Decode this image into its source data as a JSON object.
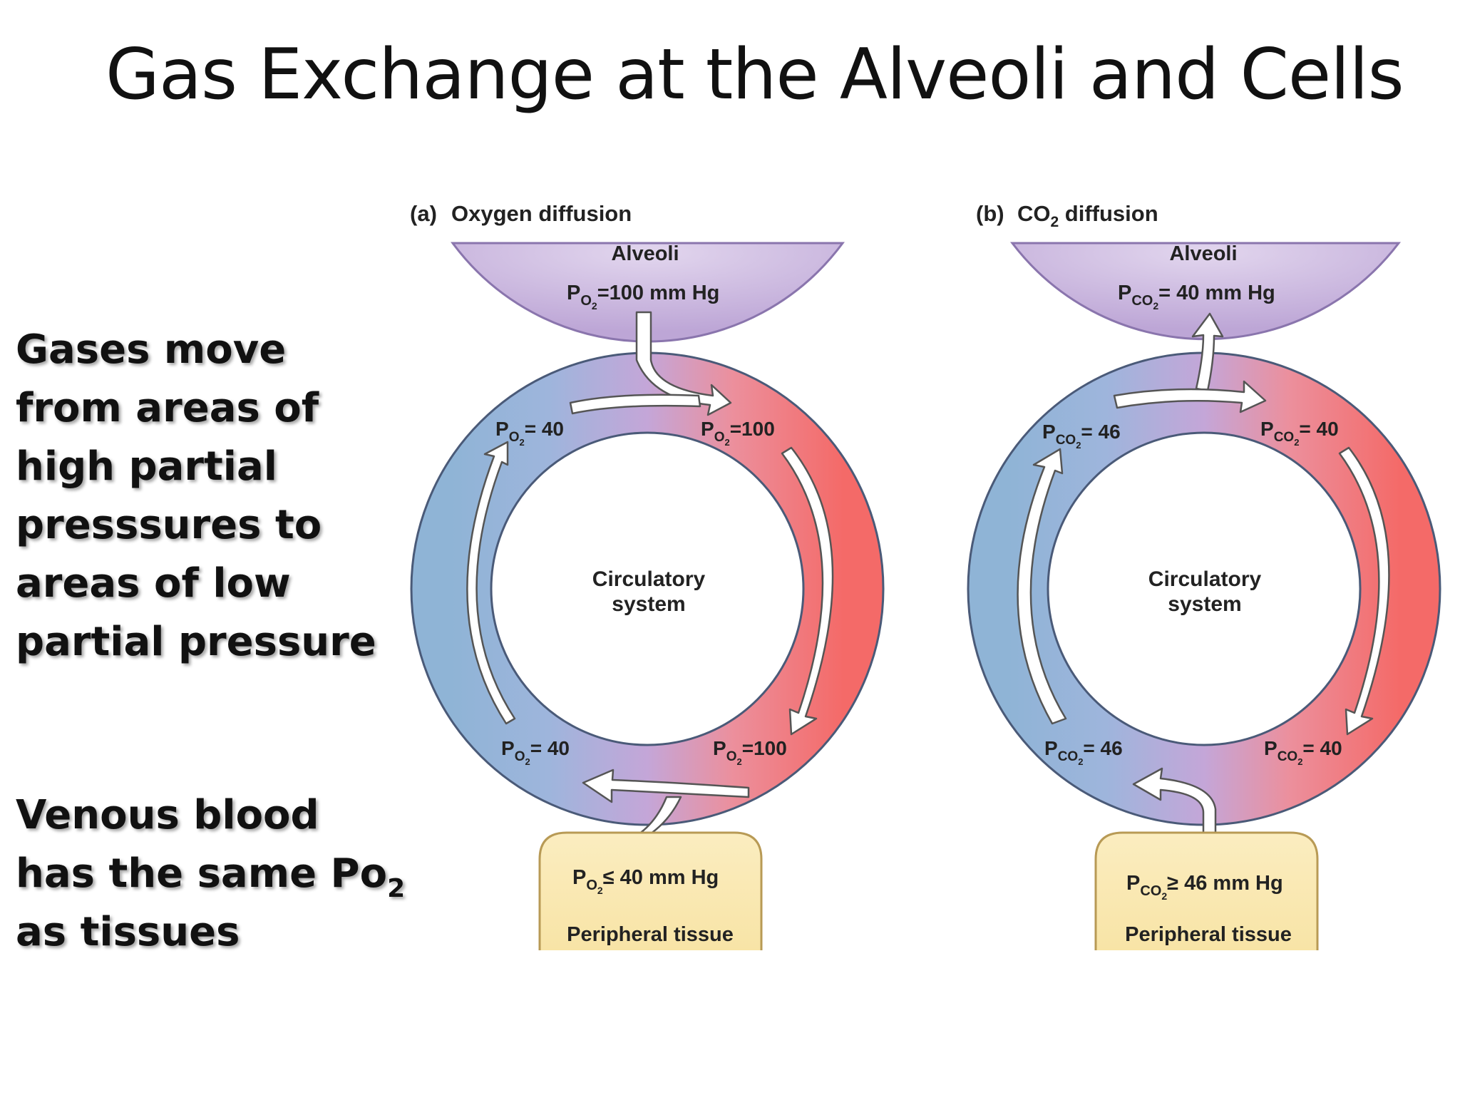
{
  "slide": {
    "title": "Gas Exchange at the Alveoli and Cells"
  },
  "bullets": {
    "first": [
      "Gases move",
      "from areas of",
      "high partial",
      "presssures to",
      "areas of low",
      "partial pressure"
    ],
    "second": {
      "line1": "Venous blood",
      "line2_main": "has the same Po",
      "line2_sub": "2",
      "line3": "as tissues"
    }
  },
  "diagram_a": {
    "panel_letter": "(a)",
    "panel_title": "Oxygen diffusion",
    "alveoli_label": "Alveoli",
    "alveoli_value": "=100 mm Hg",
    "center_line1": "Circulatory",
    "center_line2": "system",
    "top_left": "= 40",
    "top_right": "=100",
    "bottom_left": "= 40",
    "bottom_right": "=100",
    "tissue_value": "≤ 40 mm Hg",
    "tissue_label": "Peripheral tissue",
    "gas_sub": "O",
    "gas_sub2": "2"
  },
  "diagram_b": {
    "panel_letter": "(b)",
    "panel_title_main": "CO",
    "panel_title_sub": "2",
    "panel_title_rest": " diffusion",
    "alveoli_label": "Alveoli",
    "alveoli_value": "= 40 mm Hg",
    "center_line1": "Circulatory",
    "center_line2": "system",
    "top_left": "= 46",
    "top_right": "= 40",
    "bottom_left": "= 46",
    "bottom_right": "= 40",
    "tissue_value": "≥ 46 mm Hg",
    "tissue_label": "Peripheral tissue",
    "gas_sub": "CO",
    "gas_sub2": "2"
  },
  "colors": {
    "venous_blue": "#8fb4d6",
    "arterial_red": "#f06d6d",
    "mixed_purple": "#c4a6d8",
    "alveoli_fill": "#cdbbe0",
    "tissue_fill": "#faeab0",
    "text": "#111111"
  }
}
